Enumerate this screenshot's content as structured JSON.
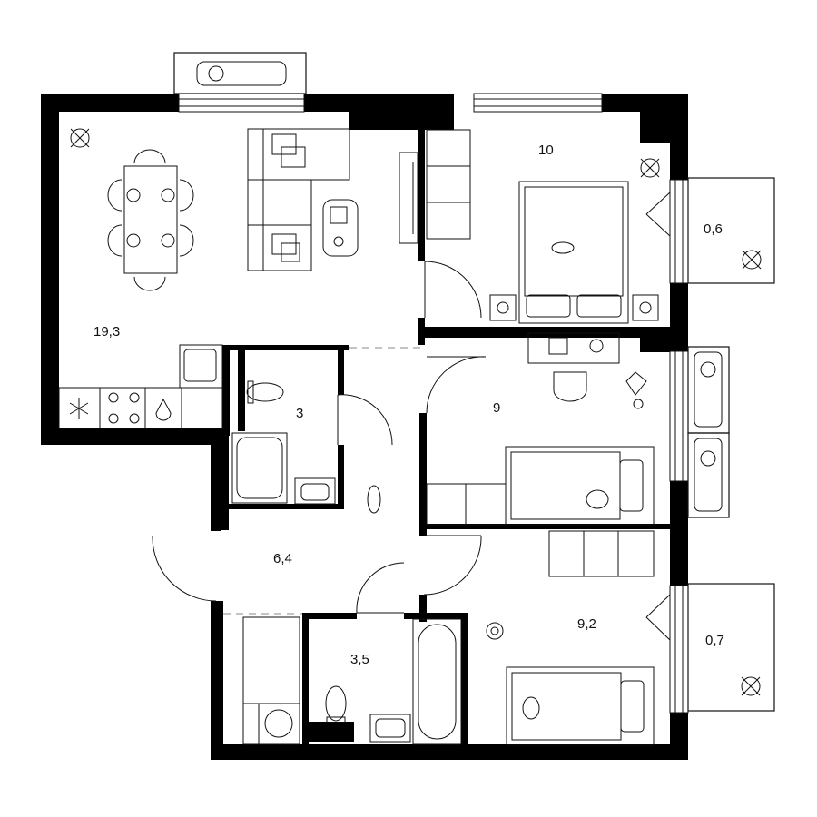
{
  "rooms": {
    "living_kitchen": {
      "area": "19,3"
    },
    "bedroom_main": {
      "area": "10"
    },
    "balcony_top": {
      "area": "0,6"
    },
    "toilet": {
      "area": "3"
    },
    "bedroom_middle": {
      "area": "9"
    },
    "hall": {
      "area": "6,4"
    },
    "bedroom_bottom": {
      "area": "9,2"
    },
    "balcony_bottom": {
      "area": "0,7"
    },
    "bathroom": {
      "area": "3,5"
    }
  },
  "colors": {
    "wall": "#000000",
    "line": "#111111",
    "background": "#ffffff"
  }
}
